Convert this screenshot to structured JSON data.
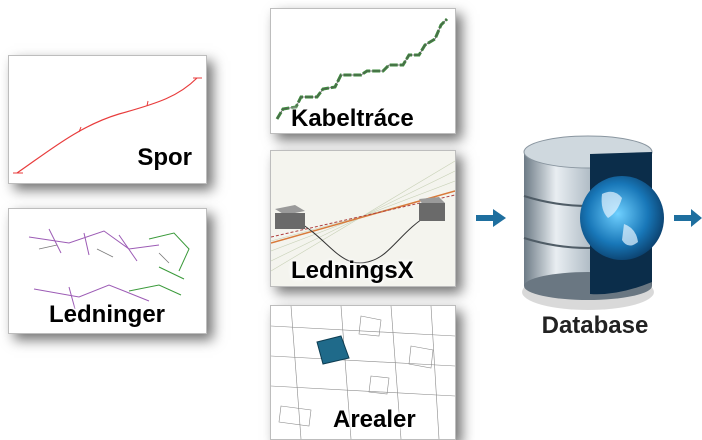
{
  "cards": {
    "spor": {
      "label": "Spor"
    },
    "ledninger": {
      "label": "Ledninger"
    },
    "kabeltrace": {
      "label": "Kabeltráce"
    },
    "ledningsx": {
      "label": "LedningsX"
    },
    "arealer": {
      "label": "Arealer"
    }
  },
  "database": {
    "label": "Database"
  },
  "colors": {
    "arrow": "#1e6f9f",
    "spor_line": "#e83c3c",
    "cable_line": "#2e7d32",
    "area_fill": "#1f6a8a"
  }
}
